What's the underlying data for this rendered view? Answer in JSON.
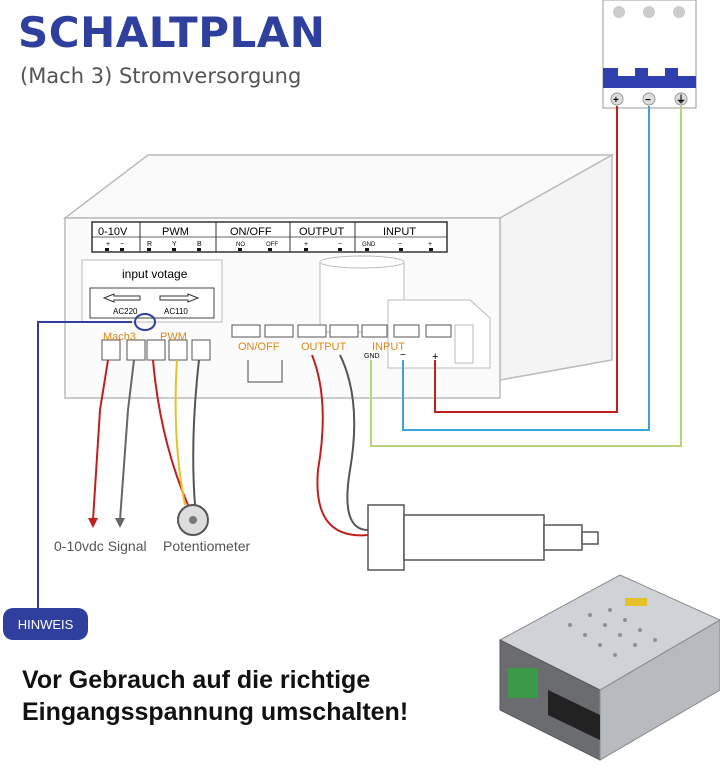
{
  "header": {
    "title": "SCHALTPLAN",
    "subtitle": "(Mach 3) Stromversorgung"
  },
  "top_terminal_strip": {
    "groups": [
      "0-10V",
      "PWM",
      "ON/OFF",
      "OUTPUT",
      "INPUT"
    ],
    "pins": [
      "+",
      "−",
      "R",
      "Y",
      "B",
      "NO",
      "OFF",
      "+",
      "−",
      "GND",
      "−",
      "+"
    ]
  },
  "voltage_switch": {
    "label": "input votage",
    "left_option": "AC220",
    "right_option": "AC110"
  },
  "bottom_terminals": {
    "mach3": "Mach3",
    "pwm": "PWM",
    "onoff": "ON/OFF",
    "output": "OUTPUT",
    "input": "INPUT",
    "gnd": "GND",
    "minus": "−",
    "plus": "+"
  },
  "breaker_symbols": [
    "+",
    "−",
    "⏚"
  ],
  "captions": {
    "signal": "0-10vdc Signal",
    "potentiometer": "Potentiometer"
  },
  "hinweis": "HINWEIS",
  "note_lines": [
    "Vor Gebrauch auf die richtige",
    "Eingangsspannung umschalten!"
  ],
  "colors": {
    "accent": "#2f3f9e",
    "wire_red": "#c0201c",
    "wire_blue": "#3aa6d8",
    "wire_green": "#b8d47a",
    "wire_gray": "#555555",
    "wire_yellow": "#e6c22a",
    "terminal_orange": "#d98a1c"
  }
}
